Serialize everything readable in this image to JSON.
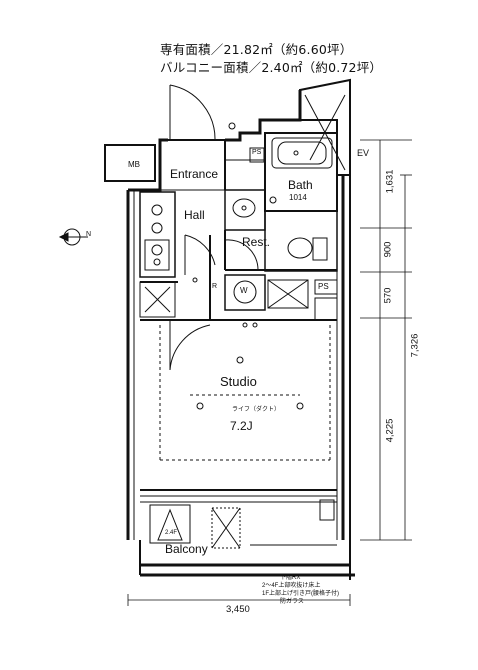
{
  "header": {
    "area_line": "専有面積／21.82㎡（約6.60坪）",
    "balcony_line": "バルコニー面積／2.40㎡（約0.72坪）"
  },
  "rooms": {
    "mb": "MB",
    "entrance": "Entrance",
    "bath": "Bath",
    "bath_size": "1014",
    "hall": "Hall",
    "rest": "Rest.",
    "washer": "W",
    "ps_top": "PS",
    "ps_mid": "PS",
    "refrigerator": "R",
    "studio": "Studio",
    "studio_size": "7.2J",
    "balcony": "Balcony",
    "ev": "EV",
    "ladder_height": "2.4F"
  },
  "notes": {
    "lighting": "ライフ（ダクト）",
    "note1": "下階RX",
    "note2": "2〜4F上部吹抜け床上",
    "note3": "1F上部上げ引き戸(腰格子付)",
    "note4": "防ガラス"
  },
  "dimensions": {
    "d1631": "1,631",
    "d900": "900",
    "d570": "570",
    "d4225": "4,225",
    "d7326": "7,326",
    "d3450": "3,450"
  },
  "compass": {
    "label": "N",
    "icon": "north-arrow-icon"
  }
}
